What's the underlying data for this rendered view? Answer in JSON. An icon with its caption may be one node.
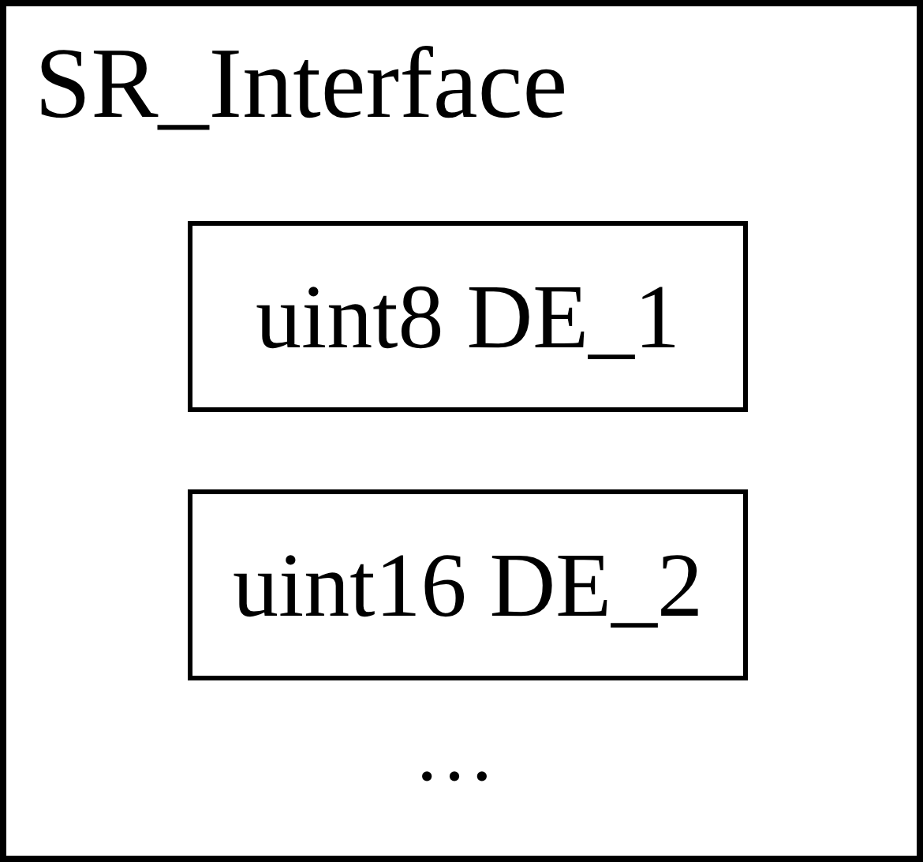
{
  "diagram": {
    "nodes": [
      {
        "text": [
          "SR_Interface"
        ]
      },
      {
        "text": [
          "uint8 DE_1"
        ],
        "in": 0
      },
      {
        "text": [
          "uint16 DE_2"
        ],
        "in": 0
      }
    ],
    "labels": [
      "…"
    ]
  }
}
